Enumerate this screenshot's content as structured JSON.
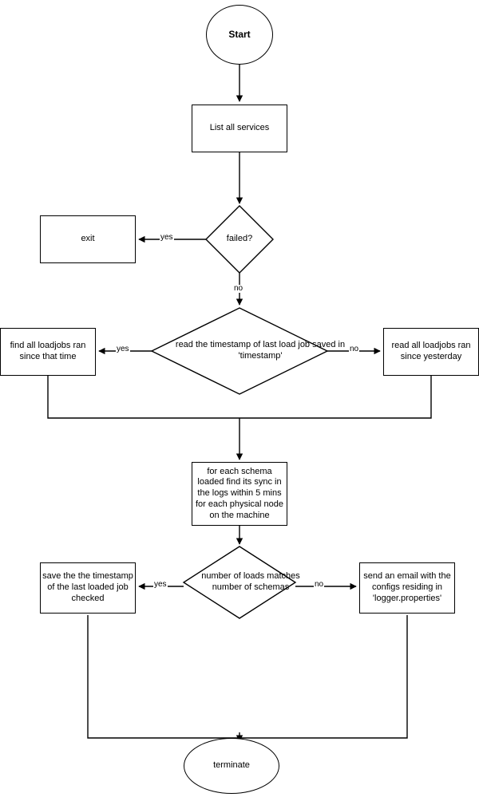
{
  "diagram": {
    "type": "flowchart",
    "title": "",
    "nodes": {
      "start": {
        "label": "Start",
        "shape": "circle"
      },
      "list_services": {
        "label": "List all services",
        "shape": "process"
      },
      "failed": {
        "label": "failed?",
        "shape": "decision"
      },
      "exit": {
        "label": "exit",
        "shape": "process"
      },
      "read_timestamp": {
        "label": "read the timestamp of last load job saved in 'timestamp'",
        "shape": "decision"
      },
      "find_loadjobs_since_time": {
        "label": "find all loadjobs ran since that time",
        "shape": "process"
      },
      "read_loadjobs_yesterday": {
        "label": "read all loadjobs ran since yesterday",
        "shape": "process"
      },
      "for_each_schema": {
        "label": "for each schema loaded find its sync in the logs within 5 mins for each physical node on the machine",
        "shape": "process"
      },
      "loads_match": {
        "label": "number of loads matches number of schemas",
        "shape": "decision"
      },
      "save_timestamp": {
        "label": "save the the timestamp of the last loaded job checked",
        "shape": "process"
      },
      "send_email": {
        "label": "send an email with the configs residing in 'logger.properties'",
        "shape": "process"
      },
      "terminate": {
        "label": "terminate",
        "shape": "terminator"
      }
    },
    "edge_labels": {
      "failed_yes": "yes",
      "failed_no": "no",
      "timestamp_yes": "yes",
      "timestamp_no": "no",
      "loads_yes": "yes",
      "loads_no": "no"
    },
    "colors": {
      "stroke": "#000000",
      "fill": "#ffffff",
      "text": "#000000"
    }
  }
}
